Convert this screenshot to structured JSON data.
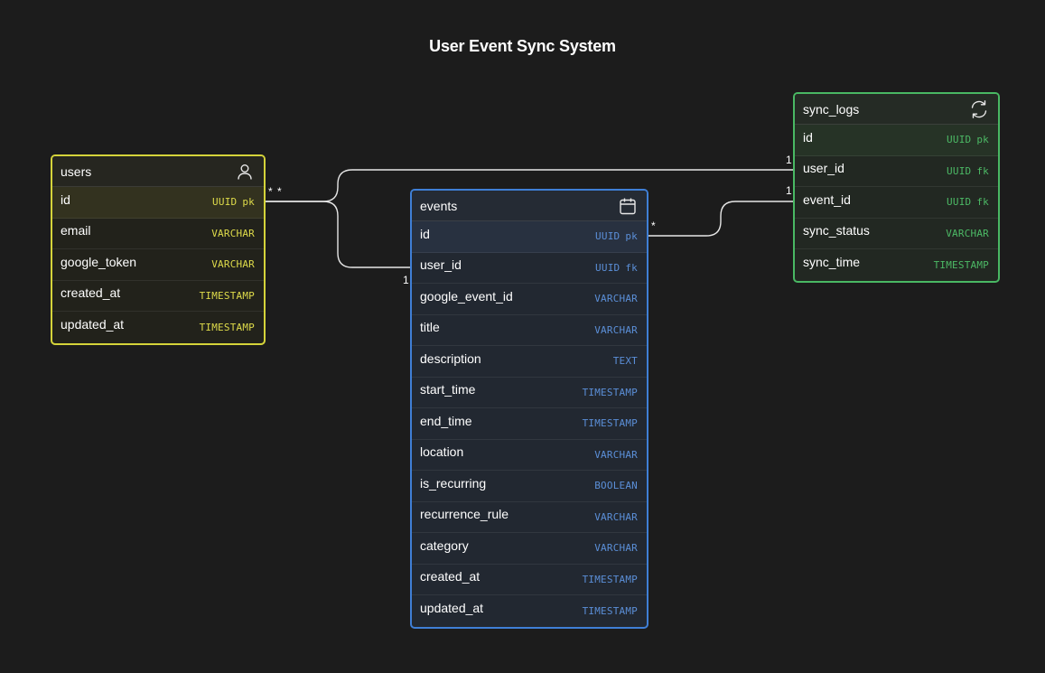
{
  "title": "User Event Sync System",
  "colors": {
    "users": "#d4d33a",
    "events": "#3f7fd6",
    "sync_logs": "#49b863",
    "link": "#e6e6e6"
  },
  "tables": {
    "users": {
      "name": "users",
      "icon": "user-icon",
      "fields": [
        {
          "name": "id",
          "type": "UUID",
          "key": "pk"
        },
        {
          "name": "email",
          "type": "VARCHAR",
          "key": ""
        },
        {
          "name": "google_token",
          "type": "VARCHAR",
          "key": ""
        },
        {
          "name": "created_at",
          "type": "TIMESTAMP",
          "key": ""
        },
        {
          "name": "updated_at",
          "type": "TIMESTAMP",
          "key": ""
        }
      ]
    },
    "events": {
      "name": "events",
      "icon": "calendar-icon",
      "fields": [
        {
          "name": "id",
          "type": "UUID",
          "key": "pk"
        },
        {
          "name": "user_id",
          "type": "UUID",
          "key": "fk"
        },
        {
          "name": "google_event_id",
          "type": "VARCHAR",
          "key": ""
        },
        {
          "name": "title",
          "type": "VARCHAR",
          "key": ""
        },
        {
          "name": "description",
          "type": "TEXT",
          "key": ""
        },
        {
          "name": "start_time",
          "type": "TIMESTAMP",
          "key": ""
        },
        {
          "name": "end_time",
          "type": "TIMESTAMP",
          "key": ""
        },
        {
          "name": "location",
          "type": "VARCHAR",
          "key": ""
        },
        {
          "name": "is_recurring",
          "type": "BOOLEAN",
          "key": ""
        },
        {
          "name": "recurrence_rule",
          "type": "VARCHAR",
          "key": ""
        },
        {
          "name": "category",
          "type": "VARCHAR",
          "key": ""
        },
        {
          "name": "created_at",
          "type": "TIMESTAMP",
          "key": ""
        },
        {
          "name": "updated_at",
          "type": "TIMESTAMP",
          "key": ""
        }
      ]
    },
    "sync_logs": {
      "name": "sync_logs",
      "icon": "refresh-icon",
      "fields": [
        {
          "name": "id",
          "type": "UUID",
          "key": "pk"
        },
        {
          "name": "user_id",
          "type": "UUID",
          "key": "fk"
        },
        {
          "name": "event_id",
          "type": "UUID",
          "key": "fk"
        },
        {
          "name": "sync_status",
          "type": "VARCHAR",
          "key": ""
        },
        {
          "name": "sync_time",
          "type": "TIMESTAMP",
          "key": ""
        }
      ]
    }
  },
  "relationships": [
    {
      "from": "users.id",
      "to": "sync_logs.user_id",
      "from_card": "*",
      "to_card": "1"
    },
    {
      "from": "users.id",
      "to": "events.user_id",
      "from_card": "*",
      "to_card": "1"
    },
    {
      "from": "events.id",
      "to": "sync_logs.event_id",
      "from_card": "*",
      "to_card": "1"
    }
  ]
}
